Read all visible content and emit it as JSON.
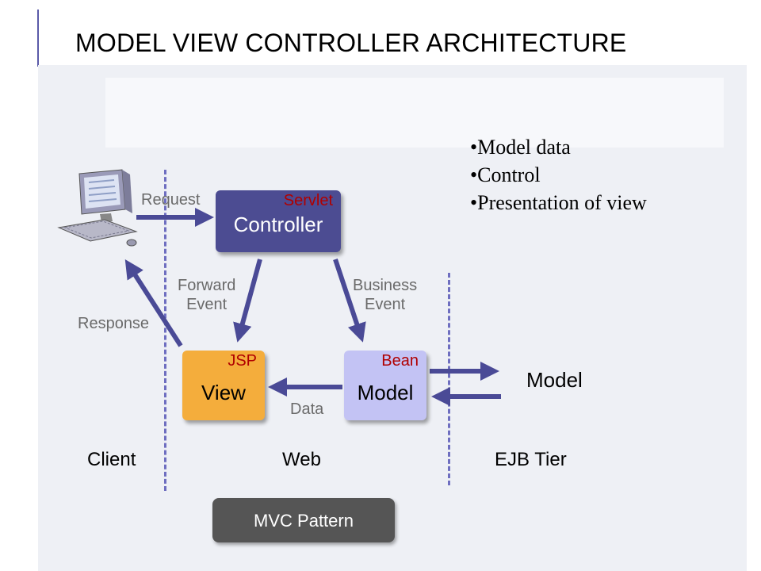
{
  "title": "MODEL VIEW CONTROLLER ARCHITECTURE",
  "bullets": [
    "•Model data",
    "•Control",
    "•Presentation of view"
  ],
  "nodes": {
    "controller": {
      "tag": "Servlet",
      "name": "Controller"
    },
    "view": {
      "tag": "JSP",
      "name": "View"
    },
    "model": {
      "tag": "Bean",
      "name": "Model"
    }
  },
  "edges": {
    "request": "Request",
    "response": "Response",
    "forward_event": [
      "Forward",
      "Event"
    ],
    "business_event": [
      "Business",
      "Event"
    ],
    "data": "Data"
  },
  "external_model": "Model",
  "zones": {
    "client": "Client",
    "web": "Web",
    "ejb": "EJB Tier"
  },
  "pattern_label": "MVC  Pattern",
  "colors": {
    "controller": "#4c4c92",
    "view": "#f4ad3c",
    "model": "#c3c3f4",
    "arrow": "#4a4a96",
    "tag": "#b00000",
    "pattern": "#555555"
  },
  "icons": {
    "client": "desktop-computer-icon"
  }
}
